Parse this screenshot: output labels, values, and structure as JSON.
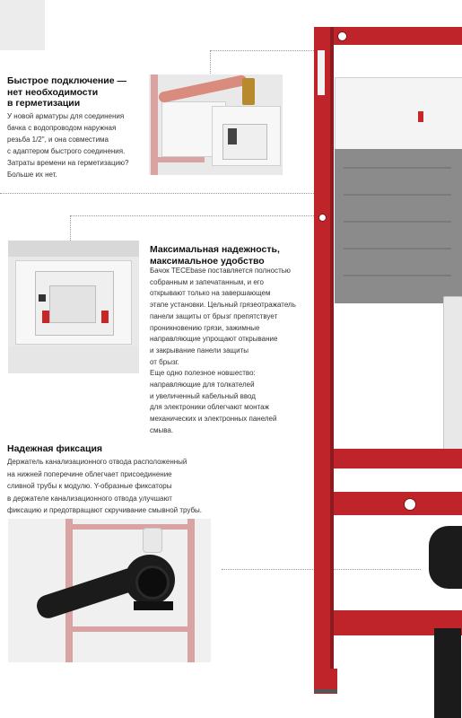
{
  "section1": {
    "title": "Быстрое подключение —\nнет необходимости\nв герметизации",
    "body": "У новой арматуры для соединения\nбачка с водопроводом наружная\nрезьба 1/2\", и она совместима\nс адаптером быстрого соединения.\nЗатраты времени на герметизацию?\nБольше их нет."
  },
  "section2": {
    "title": "Максимальная надежность,\nмаксимальное удобство",
    "body": "Бачок TECEbase поставляется полностью\nсобранным и запечатанным, и его\nоткрывают только на завершающем\nэтапе установки. Цельный грязеотражатель\nпанели защиты от брызг препятствует\nпроникновению грязи, зажимные\nнаправляющие упрощают открывание\nи закрывание панели защиты\nот брызг.\nЕще одно полезное новшество:\nнаправляющие для толкателей\nи увеличенный кабельный ввод\nдля электроники облегчают монтаж\nмеханических и электронных панелей\nсмыва."
  },
  "section3": {
    "title": "Надежная фиксация",
    "body": "Держатель канализационного отвода расположенный\nна нижней поперечине облегчает присоединение\nсливной трубы к модулю. Y-образные фиксаторы\nв держателе канализационного отвода улучшают\nфиксацию и предотвращают скручивание смывной трубы."
  },
  "colors": {
    "frame_red": "#c0242b",
    "accent_dark": "#8d1a1f",
    "text": "#333333"
  }
}
